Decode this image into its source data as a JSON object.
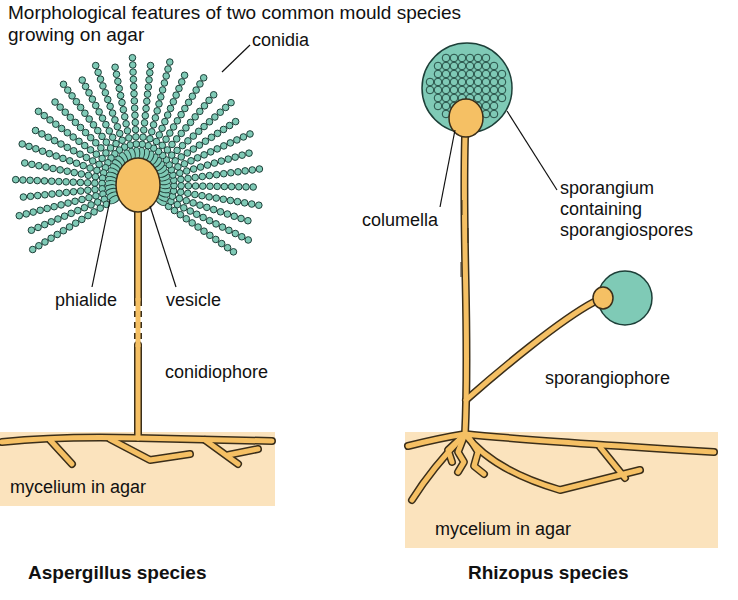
{
  "diagram": {
    "title": "Morphological features of two common mould species growing on agar",
    "nodes": [
      {
        "text": [
          "mycelium in agar"
        ]
      },
      {
        "text": [
          "mycelium in agar"
        ]
      }
    ],
    "labels": [
      "conidia",
      "phialide",
      "vesicle",
      "conidiophore",
      "columella",
      "sporangium containing sporangiospores",
      "sporangiophore",
      "Aspergillus species",
      "Rhizopus species"
    ]
  }
}
